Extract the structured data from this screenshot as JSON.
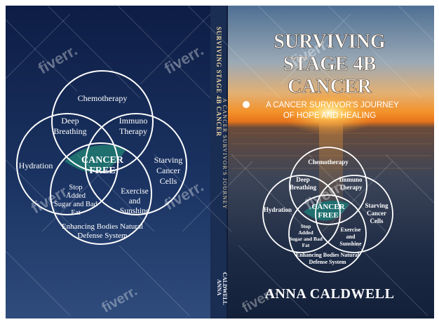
{
  "front_cover": {
    "title_line1": "SURVIVING",
    "title_line2": "STAGE 4B",
    "title_line3": "CANCER",
    "subtitle_line1": "A CANCER SURVIVOR'S JOURNEY",
    "subtitle_line2": "OF HOPE AND HEALING",
    "author": "ANNA CALDWELL"
  },
  "spine": {
    "title": "SURVIVING STAGE 4B CANCER",
    "subtitle": "A CANCER SURVIVOR'S JOURNEY",
    "author_line1": "ANNA",
    "author_line2": "CALDWELL"
  },
  "venn": {
    "center_line1": "CANCER",
    "center_line2": "FREE",
    "top": "Chemotherapy",
    "deep_line1": "Deep",
    "deep_line2": "Breathing",
    "immuno_line1": "Immuno",
    "immuno_line2": "Therapy",
    "hydration": "Hydration",
    "starving_line1": "Starving",
    "starving_line2": "Cancer",
    "starving_line3": "Cells",
    "stop_line1": "Stop",
    "stop_line2": "Added",
    "stop_line3": "Sugar and Bad",
    "stop_line4": "Fat",
    "exercise_line1": "Exercise",
    "exercise_line2": "and",
    "exercise_line3": "Sunshine",
    "bottom_line1": "Enhancing Bodies Natural",
    "bottom_line2": "Defense System"
  },
  "watermark": "fiverr."
}
